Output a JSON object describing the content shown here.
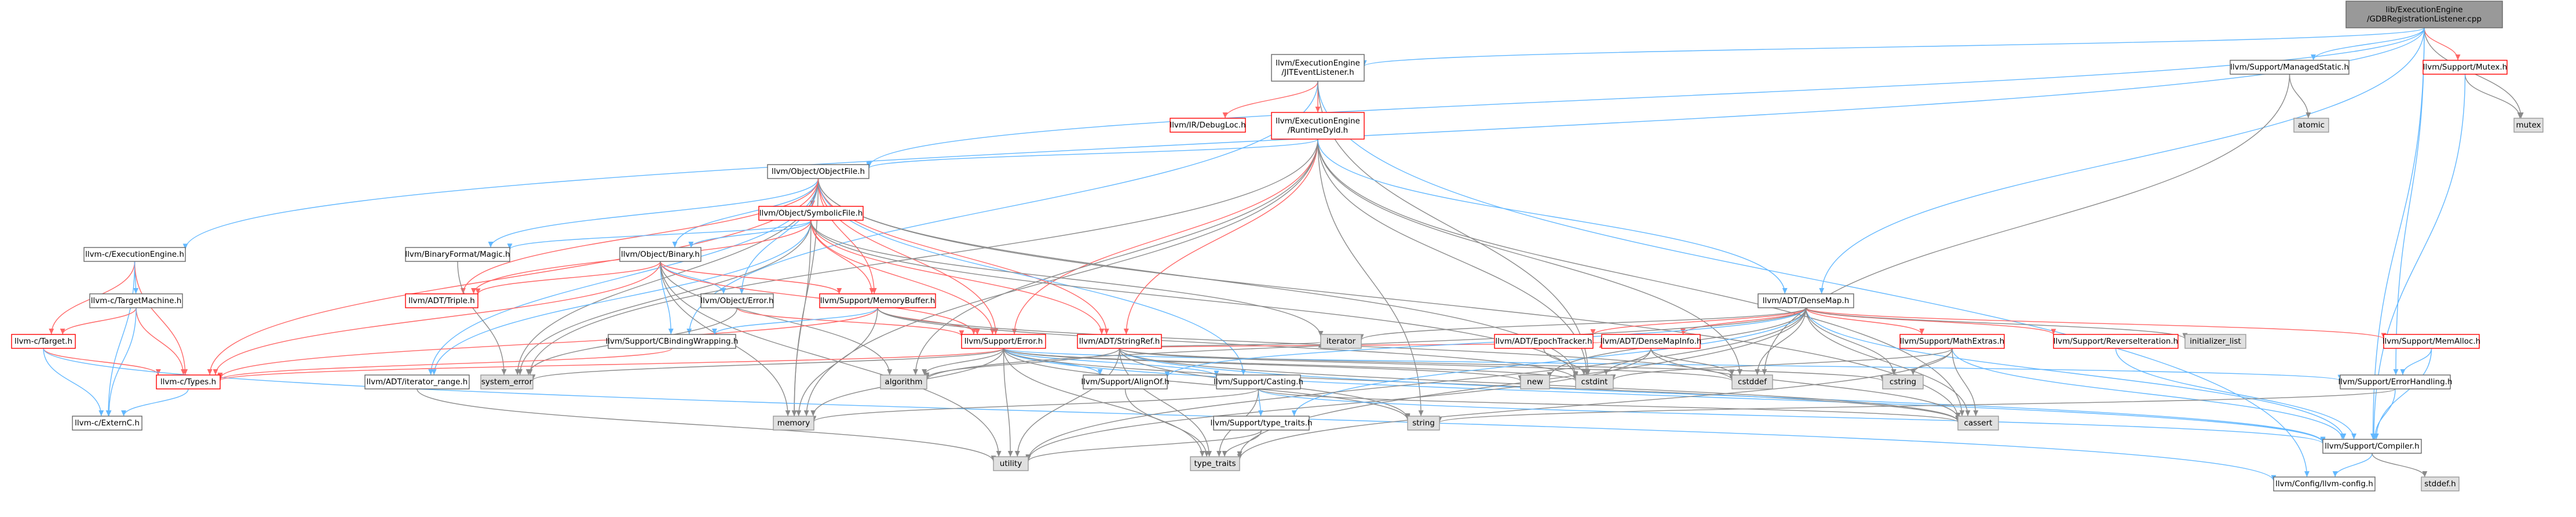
{
  "palette": {
    "root_fill": "#999999",
    "normal_fill": "#ffffff",
    "normal_stroke": "#666666",
    "missing_fill": "#e0e0e0",
    "missing_stroke": "#999999",
    "link_stroke": "#ff0000",
    "edge_blue": "#63b8ff",
    "edge_red": "#ff6666",
    "edge_gray": "#8a8a8a"
  },
  "nodes": [
    {
      "id": "root",
      "lines": [
        "lib/ExecutionEngine",
        "/GDBRegistrationListener.cpp"
      ],
      "kind": "root"
    },
    {
      "id": "jitevent",
      "lines": [
        "llvm/ExecutionEngine",
        "/JITEventListener.h"
      ],
      "kind": "normal"
    },
    {
      "id": "managedstatic",
      "lines": [
        "llvm/Support/ManagedStatic.h"
      ],
      "kind": "normal"
    },
    {
      "id": "mutex",
      "lines": [
        "llvm/Support/Mutex.h"
      ],
      "kind": "link"
    },
    {
      "id": "mutexstd",
      "lines": [
        "mutex"
      ],
      "kind": "missing"
    },
    {
      "id": "atomic",
      "lines": [
        "atomic"
      ],
      "kind": "missing"
    },
    {
      "id": "debugloc",
      "lines": [
        "llvm/IR/DebugLoc.h"
      ],
      "kind": "link"
    },
    {
      "id": "runtimedyld",
      "lines": [
        "llvm/ExecutionEngine",
        "/RuntimeDyld.h"
      ],
      "kind": "link"
    },
    {
      "id": "objectfile",
      "lines": [
        "llvm/Object/ObjectFile.h"
      ],
      "kind": "normal"
    },
    {
      "id": "symbolicfile",
      "lines": [
        "llvm/Object/SymbolicFile.h"
      ],
      "kind": "link"
    },
    {
      "id": "cexec",
      "lines": [
        "llvm-c/ExecutionEngine.h"
      ],
      "kind": "normal"
    },
    {
      "id": "ctargetmachine",
      "lines": [
        "llvm-c/TargetMachine.h"
      ],
      "kind": "normal"
    },
    {
      "id": "ctarget",
      "lines": [
        "llvm-c/Target.h"
      ],
      "kind": "link"
    },
    {
      "id": "ctypes",
      "lines": [
        "llvm-c/Types.h"
      ],
      "kind": "link"
    },
    {
      "id": "cexternc",
      "lines": [
        "llvm-c/ExternC.h"
      ],
      "kind": "normal"
    },
    {
      "id": "binaryformat",
      "lines": [
        "llvm/BinaryFormat/Magic.h"
      ],
      "kind": "normal"
    },
    {
      "id": "objbinary",
      "lines": [
        "llvm/Object/Binary.h"
      ],
      "kind": "normal"
    },
    {
      "id": "triple",
      "lines": [
        "llvm/ADT/Triple.h"
      ],
      "kind": "link"
    },
    {
      "id": "objerror",
      "lines": [
        "llvm/Object/Error.h"
      ],
      "kind": "normal"
    },
    {
      "id": "memorybuffer",
      "lines": [
        "llvm/Support/MemoryBuffer.h"
      ],
      "kind": "link"
    },
    {
      "id": "cbinding",
      "lines": [
        "llvm/Support/CBindingWrapping.h"
      ],
      "kind": "normal"
    },
    {
      "id": "iterrange",
      "lines": [
        "llvm/ADT/iterator_range.h"
      ],
      "kind": "normal"
    },
    {
      "id": "systemerror",
      "lines": [
        "system_error"
      ],
      "kind": "missing"
    },
    {
      "id": "memory",
      "lines": [
        "memory"
      ],
      "kind": "missing"
    },
    {
      "id": "supporterror",
      "lines": [
        "llvm/Support/Error.h"
      ],
      "kind": "link"
    },
    {
      "id": "stringref",
      "lines": [
        "llvm/ADT/StringRef.h"
      ],
      "kind": "link"
    },
    {
      "id": "densemap",
      "lines": [
        "llvm/ADT/DenseMap.h"
      ],
      "kind": "normal"
    },
    {
      "id": "epochtracker",
      "lines": [
        "llvm/ADT/EpochTracker.h"
      ],
      "kind": "link"
    },
    {
      "id": "densemapinfo",
      "lines": [
        "llvm/ADT/DenseMapInfo.h"
      ],
      "kind": "link"
    },
    {
      "id": "mathextras",
      "lines": [
        "llvm/Support/MathExtras.h"
      ],
      "kind": "link"
    },
    {
      "id": "reverseiter",
      "lines": [
        "llvm/Support/ReverseIteration.h"
      ],
      "kind": "link"
    },
    {
      "id": "initlist",
      "lines": [
        "initializer_list"
      ],
      "kind": "missing"
    },
    {
      "id": "memalloc",
      "lines": [
        "llvm/Support/MemAlloc.h"
      ],
      "kind": "link"
    },
    {
      "id": "iterator",
      "lines": [
        "iterator"
      ],
      "kind": "missing"
    },
    {
      "id": "alignof",
      "lines": [
        "llvm/Support/AlignOf.h"
      ],
      "kind": "normal"
    },
    {
      "id": "casting",
      "lines": [
        "llvm/Support/Casting.h"
      ],
      "kind": "normal"
    },
    {
      "id": "typetraits",
      "lines": [
        "llvm/Support/type_traits.h"
      ],
      "kind": "normal"
    },
    {
      "id": "errorhandling",
      "lines": [
        "llvm/Support/ErrorHandling.h"
      ],
      "kind": "normal"
    },
    {
      "id": "compiler",
      "lines": [
        "llvm/Support/Compiler.h"
      ],
      "kind": "normal"
    },
    {
      "id": "llvmconfig",
      "lines": [
        "llvm/Config/llvm-config.h"
      ],
      "kind": "normal"
    },
    {
      "id": "algorithm",
      "lines": [
        "algorithm"
      ],
      "kind": "missing"
    },
    {
      "id": "new",
      "lines": [
        "new"
      ],
      "kind": "missing"
    },
    {
      "id": "cstdint",
      "lines": [
        "cstdint"
      ],
      "kind": "missing"
    },
    {
      "id": "cstddef",
      "lines": [
        "cstddef"
      ],
      "kind": "missing"
    },
    {
      "id": "cstring",
      "lines": [
        "cstring"
      ],
      "kind": "missing"
    },
    {
      "id": "string",
      "lines": [
        "string"
      ],
      "kind": "missing"
    },
    {
      "id": "cassert",
      "lines": [
        "cassert"
      ],
      "kind": "missing"
    },
    {
      "id": "utility",
      "lines": [
        "utility"
      ],
      "kind": "missing"
    },
    {
      "id": "typetraitsstd",
      "lines": [
        "type_traits"
      ],
      "kind": "missing"
    },
    {
      "id": "stddef",
      "lines": [
        "stddef.h"
      ],
      "kind": "missing"
    }
  ],
  "edges": [
    [
      "root",
      "jitevent"
    ],
    [
      "root",
      "managedstatic"
    ],
    [
      "root",
      "mutex"
    ],
    [
      "root",
      "mutexstd"
    ],
    [
      "root",
      "densemap"
    ],
    [
      "root",
      "objectfile"
    ],
    [
      "root",
      "cexec"
    ],
    [
      "root",
      "errorhandling"
    ],
    [
      "root",
      "compiler"
    ],
    [
      "jitevent",
      "llvmconfig"
    ],
    [
      "jitevent",
      "debugloc"
    ],
    [
      "jitevent",
      "runtimedyld"
    ],
    [
      "jitevent",
      "cbinding"
    ],
    [
      "jitevent",
      "cstdint"
    ],
    [
      "managedstatic",
      "atomic"
    ],
    [
      "managedstatic",
      "cstddef"
    ],
    [
      "mutex",
      "mutexstd"
    ],
    [
      "mutex",
      "compiler"
    ],
    [
      "runtimedyld",
      "objectfile"
    ],
    [
      "runtimedyld",
      "stringref"
    ],
    [
      "runtimedyld",
      "supporterror"
    ],
    [
      "runtimedyld",
      "algorithm"
    ],
    [
      "runtimedyld",
      "cassert"
    ],
    [
      "runtimedyld",
      "cstddef"
    ],
    [
      "runtimedyld",
      "cstdint"
    ],
    [
      "runtimedyld",
      "string"
    ],
    [
      "runtimedyld",
      "memory"
    ],
    [
      "runtimedyld",
      "systemerror"
    ],
    [
      "runtimedyld",
      "densemap"
    ],
    [
      "objectfile",
      "symbolicfile"
    ],
    [
      "objectfile",
      "binaryformat"
    ],
    [
      "objectfile",
      "objbinary"
    ],
    [
      "objectfile",
      "objerror"
    ],
    [
      "objectfile",
      "memorybuffer"
    ],
    [
      "objectfile",
      "iterrange"
    ],
    [
      "objectfile",
      "stringref"
    ],
    [
      "objectfile",
      "triple"
    ],
    [
      "objectfile",
      "supporterror"
    ],
    [
      "objectfile",
      "casting"
    ],
    [
      "objectfile",
      "cassert"
    ],
    [
      "objectfile",
      "cstdint"
    ],
    [
      "objectfile",
      "memory"
    ],
    [
      "objectfile",
      "systemerror"
    ],
    [
      "objectfile",
      "ctypes"
    ],
    [
      "symbolicfile",
      "binaryformat"
    ],
    [
      "symbolicfile",
      "objbinary"
    ],
    [
      "symbolicfile",
      "supporterror"
    ],
    [
      "symbolicfile",
      "memorybuffer"
    ],
    [
      "symbolicfile",
      "stringref"
    ],
    [
      "symbolicfile",
      "iterrange"
    ],
    [
      "symbolicfile",
      "iterator"
    ],
    [
      "symbolicfile",
      "cinttypes"
    ],
    [
      "symbolicfile",
      "cstdint"
    ],
    [
      "symbolicfile",
      "memory"
    ],
    [
      "symbolicfile",
      "systemerror"
    ],
    [
      "symbolicfile",
      "triple"
    ],
    [
      "cexec",
      "ctargetmachine"
    ],
    [
      "cexec",
      "ctarget"
    ],
    [
      "cexec",
      "ctypes"
    ],
    [
      "cexec",
      "cexternc"
    ],
    [
      "ctargetmachine",
      "ctarget"
    ],
    [
      "ctargetmachine",
      "ctypes"
    ],
    [
      "ctargetmachine",
      "cexternc"
    ],
    [
      "ctarget",
      "cexternc"
    ],
    [
      "ctarget",
      "ctypes"
    ],
    [
      "ctarget",
      "llvmconfig"
    ],
    [
      "ctypes",
      "cexternc"
    ],
    [
      "binaryformat",
      "systemerror"
    ],
    [
      "objbinary",
      "ctypes"
    ],
    [
      "objbinary",
      "triple"
    ],
    [
      "objbinary",
      "objerror"
    ],
    [
      "objbinary",
      "cbinding"
    ],
    [
      "objbinary",
      "supporterror"
    ],
    [
      "objbinary",
      "memorybuffer"
    ],
    [
      "objbinary",
      "algorithm"
    ],
    [
      "objbinary",
      "memory"
    ],
    [
      "objbinary",
      "utility"
    ],
    [
      "objerror",
      "supporterror"
    ],
    [
      "objerror",
      "systemerror"
    ],
    [
      "memorybuffer",
      "ctypes"
    ],
    [
      "memorybuffer",
      "cbinding"
    ],
    [
      "memorybuffer",
      "supporterror"
    ],
    [
      "memorybuffer",
      "memory"
    ],
    [
      "memorybuffer",
      "cstddef"
    ],
    [
      "memorybuffer",
      "cstdint"
    ],
    [
      "cbinding",
      "ctypes"
    ],
    [
      "iterrange",
      "utility"
    ],
    [
      "supporterror",
      "ctypes"
    ],
    [
      "supporterror",
      "alignof"
    ],
    [
      "supporterror",
      "casting"
    ],
    [
      "supporterror",
      "errorhandling"
    ],
    [
      "supporterror",
      "compiler"
    ],
    [
      "supporterror",
      "algorithm"
    ],
    [
      "supporterror",
      "cassert"
    ],
    [
      "supporterror",
      "cstdint"
    ],
    [
      "supporterror",
      "cstdlib"
    ],
    [
      "supporterror",
      "memory"
    ],
    [
      "supporterror",
      "new"
    ],
    [
      "supporterror",
      "string"
    ],
    [
      "supporterror",
      "systemerror"
    ],
    [
      "supporterror",
      "typetraitsstd"
    ],
    [
      "supporterror",
      "utility"
    ],
    [
      "stringref",
      "densemapinfo"
    ],
    [
      "stringref",
      "compiler"
    ],
    [
      "stringref",
      "algorithm"
    ],
    [
      "stringref",
      "cassert"
    ],
    [
      "stringref",
      "cstddef"
    ],
    [
      "stringref",
      "cstring"
    ],
    [
      "stringref",
      "iterator"
    ],
    [
      "stringref",
      "string"
    ],
    [
      "stringref",
      "typetraitsstd"
    ],
    [
      "stringref",
      "utility"
    ],
    [
      "densemap",
      "densemapinfo"
    ],
    [
      "densemap",
      "epochtracker"
    ],
    [
      "densemap",
      "alignof"
    ],
    [
      "densemap",
      "compiler"
    ],
    [
      "densemap",
      "mathextras"
    ],
    [
      "densemap",
      "memalloc"
    ],
    [
      "densemap",
      "reverseiter"
    ],
    [
      "densemap",
      "typetraits"
    ],
    [
      "densemap",
      "algorithm"
    ],
    [
      "densemap",
      "cassert"
    ],
    [
      "densemap",
      "cstddef"
    ],
    [
      "densemap",
      "cstring"
    ],
    [
      "densemap",
      "initlist"
    ],
    [
      "densemap",
      "iterator"
    ],
    [
      "densemap",
      "new"
    ],
    [
      "densemap",
      "typetraitsstd"
    ],
    [
      "densemap",
      "utility"
    ],
    [
      "epochtracker",
      "cstdint"
    ],
    [
      "densemapinfo",
      "cassert"
    ],
    [
      "densemapinfo",
      "cstddef"
    ],
    [
      "densemapinfo",
      "cstdint"
    ],
    [
      "densemapinfo",
      "utility"
    ],
    [
      "mathextras",
      "compiler"
    ],
    [
      "mathextras",
      "cassert"
    ],
    [
      "mathextras",
      "climits"
    ],
    [
      "mathextras",
      "cstdint"
    ],
    [
      "mathextras",
      "cstring"
    ],
    [
      "mathextras",
      "typetraitsstd"
    ],
    [
      "reverseiter",
      "compiler"
    ],
    [
      "memalloc",
      "compiler"
    ],
    [
      "memalloc",
      "errorhandling"
    ],
    [
      "alignof",
      "typetraitsstd"
    ],
    [
      "casting",
      "compiler"
    ],
    [
      "casting",
      "typetraits"
    ],
    [
      "casting",
      "cassert"
    ],
    [
      "casting",
      "memory"
    ],
    [
      "casting",
      "typetraitsstd"
    ],
    [
      "typetraits",
      "typetraitsstd"
    ],
    [
      "typetraits",
      "utility"
    ],
    [
      "errorhandling",
      "compiler"
    ],
    [
      "errorhandling",
      "string"
    ],
    [
      "compiler",
      "llvmconfig"
    ],
    [
      "compiler",
      "stddef"
    ]
  ]
}
